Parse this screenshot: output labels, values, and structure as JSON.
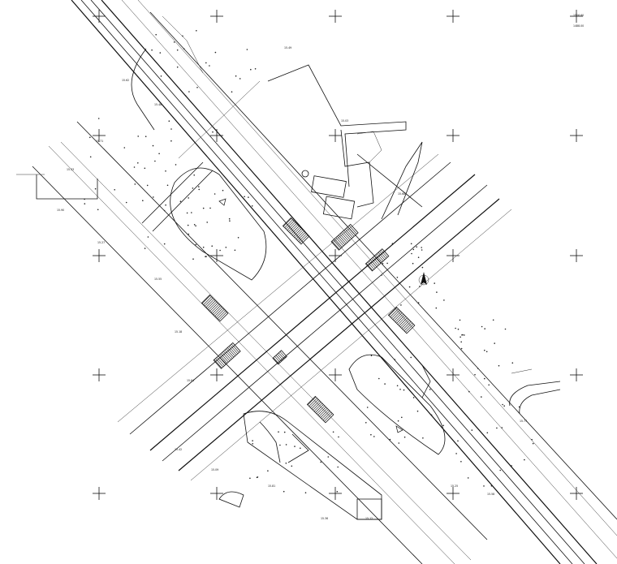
{
  "map": {
    "elevation_labels": [
      "15.62",
      "15.48",
      "15.71",
      "15.33",
      "15.90",
      "15.27",
      "15.55",
      "15.18",
      "15.64",
      "15.42",
      "15.09",
      "15.81",
      "15.36",
      "15.12",
      "15.58",
      "15.77",
      "15.25",
      "15.49",
      "15.03",
      "15.68"
    ],
    "corner_note": [
      "1506.60",
      "1488.00"
    ],
    "icons": [
      "north-arrow-icon",
      "grid-cross-icon"
    ]
  }
}
